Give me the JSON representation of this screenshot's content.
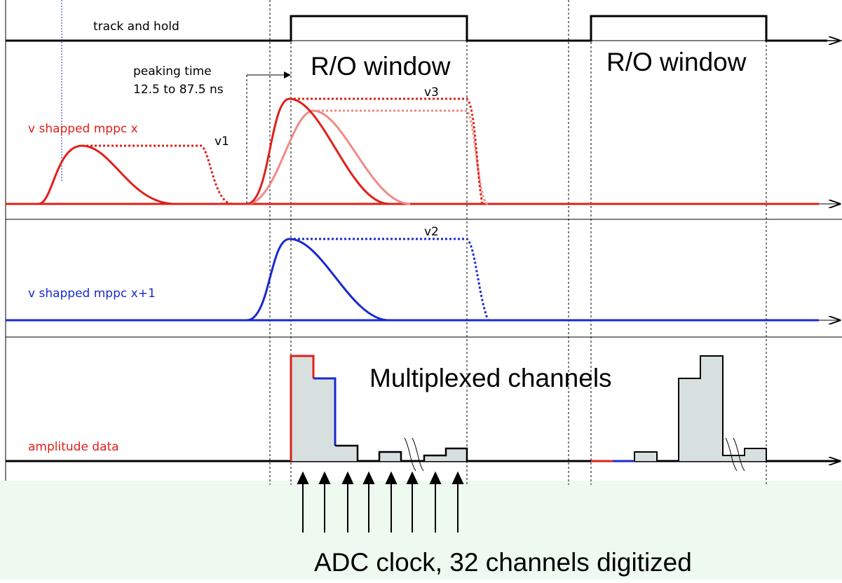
{
  "colors": {
    "ch_x": "#e0201a",
    "ch_x_light": "#f08a86",
    "ch_x1": "#1a2acc",
    "digital": "#000000",
    "bar_fill": "#d7e0df",
    "bottom_band": "#eefaf0"
  },
  "labels": {
    "track_hold": "track and hold",
    "ro_window_1": "R/O window",
    "ro_window_2": "R/O window",
    "peaking_line1": "peaking time",
    "peaking_line2": "12.5 to 87.5 ns",
    "v_x": "v shapped mppc x",
    "v_x1": "v shapped mppc x+1",
    "v1": "v1",
    "v2": "v2",
    "v3": "v3",
    "multiplexed": "Multiplexed channels",
    "amplitude": "amplitude data",
    "adc_clock": "ADC clock, 32 channels digitized"
  }
}
